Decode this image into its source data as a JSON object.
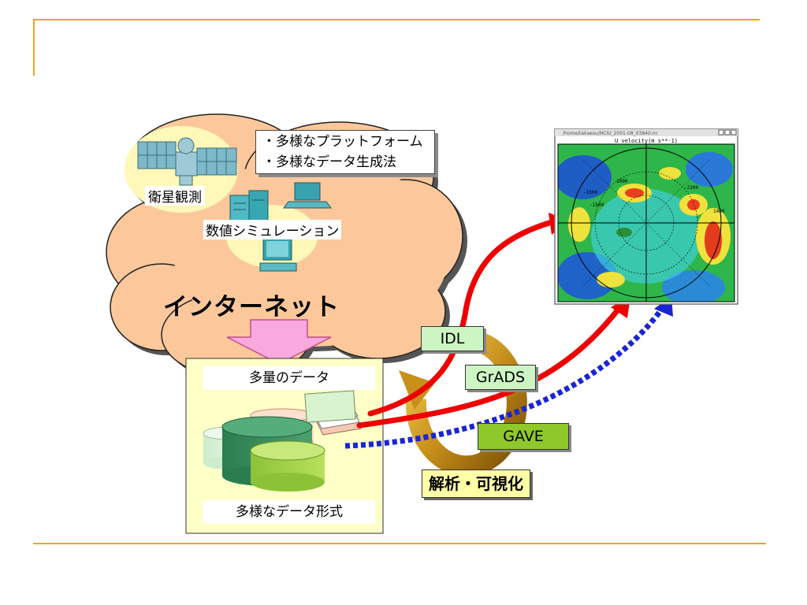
{
  "bullets": [
    "・多様なプラットフォーム",
    "・多様なデータ生成法"
  ],
  "satellite_label": "衛星観測",
  "numerical_sim_label": "数値シミュレーション",
  "internet_label": "インターネット",
  "data_box": {
    "top_label": "多量のデータ",
    "bottom_label": "多様なデータ形式"
  },
  "tools": {
    "idl": "IDL",
    "grads": "GrADS",
    "gave": "GAVE"
  },
  "analysis_label": "解析・可視化",
  "plot_window": {
    "title": "/home/takaesu/NCIU_2001-08_03840.nc",
    "plot_title": "U velocity(m s**-1)",
    "contour_labels": [
      "-1500",
      "1000",
      "-2100",
      "-1500",
      "1400"
    ]
  },
  "colors": {
    "frame": "#e8a628",
    "cloud": "#fcc89b",
    "arrow_red": "#ee0000",
    "arrow_blue": "#1a24d6"
  }
}
